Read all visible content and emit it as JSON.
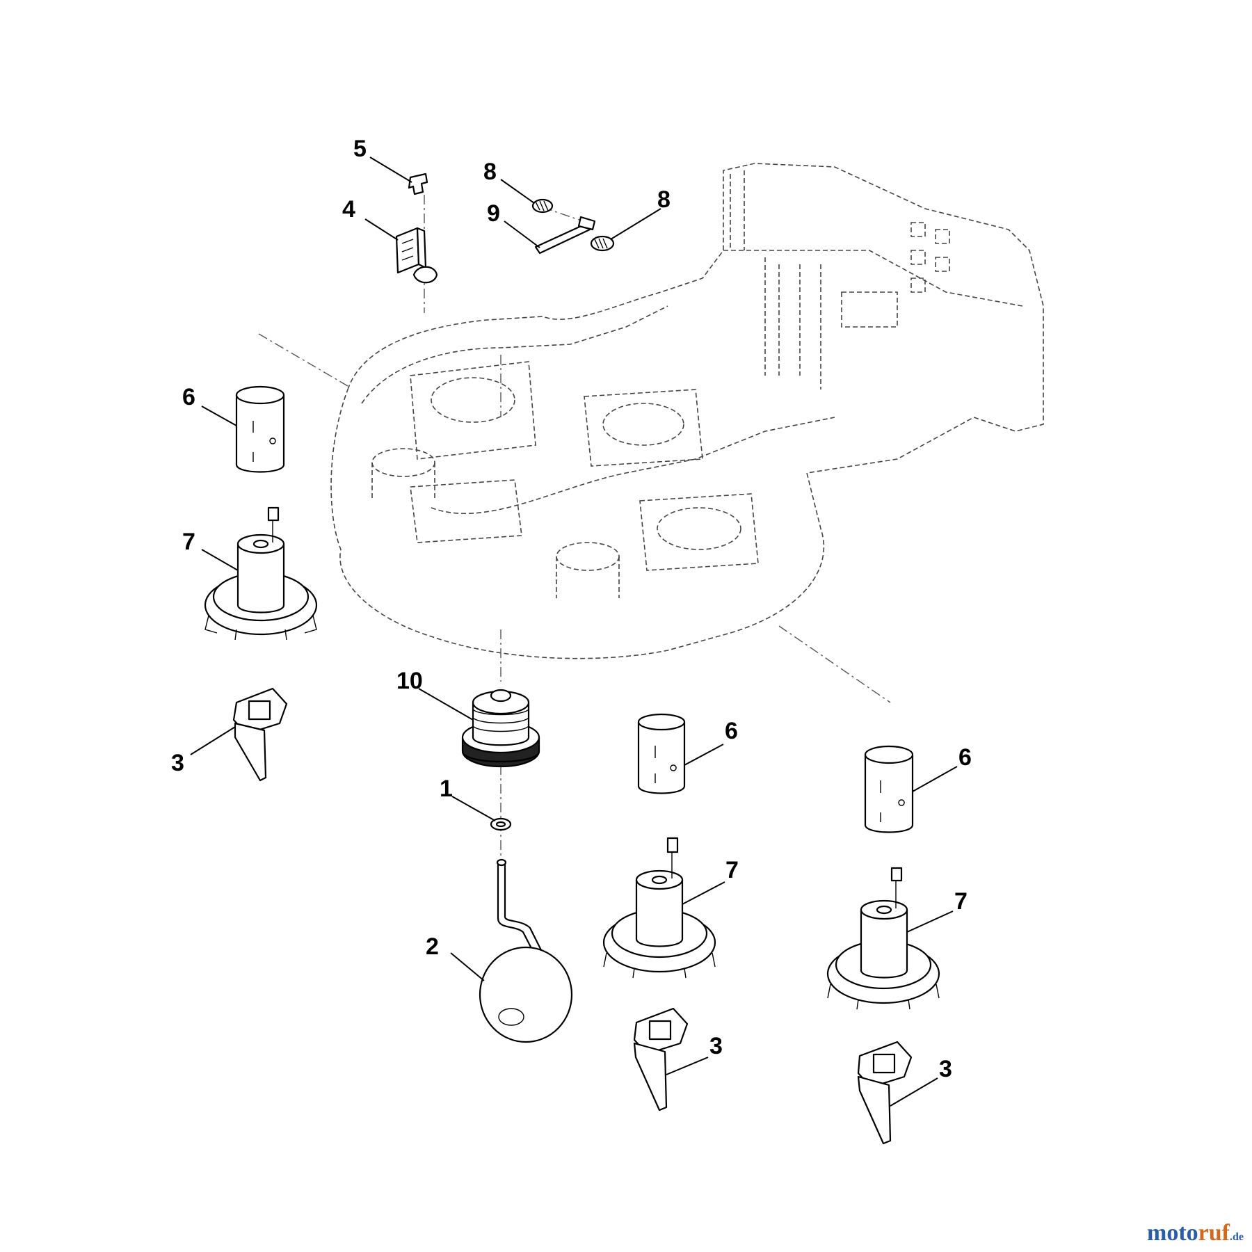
{
  "callouts": {
    "c1": "1",
    "c2": "2",
    "c3a": "3",
    "c3b": "3",
    "c3c": "3",
    "c4": "4",
    "c5": "5",
    "c6a": "6",
    "c6b": "6",
    "c6c": "6",
    "c7a": "7",
    "c7b": "7",
    "c7c": "7",
    "c8a": "8",
    "c8b": "8",
    "c9": "9",
    "c10": "10"
  },
  "watermark": {
    "part1": "moto",
    "part2": "ruf",
    "part3": ".de"
  }
}
